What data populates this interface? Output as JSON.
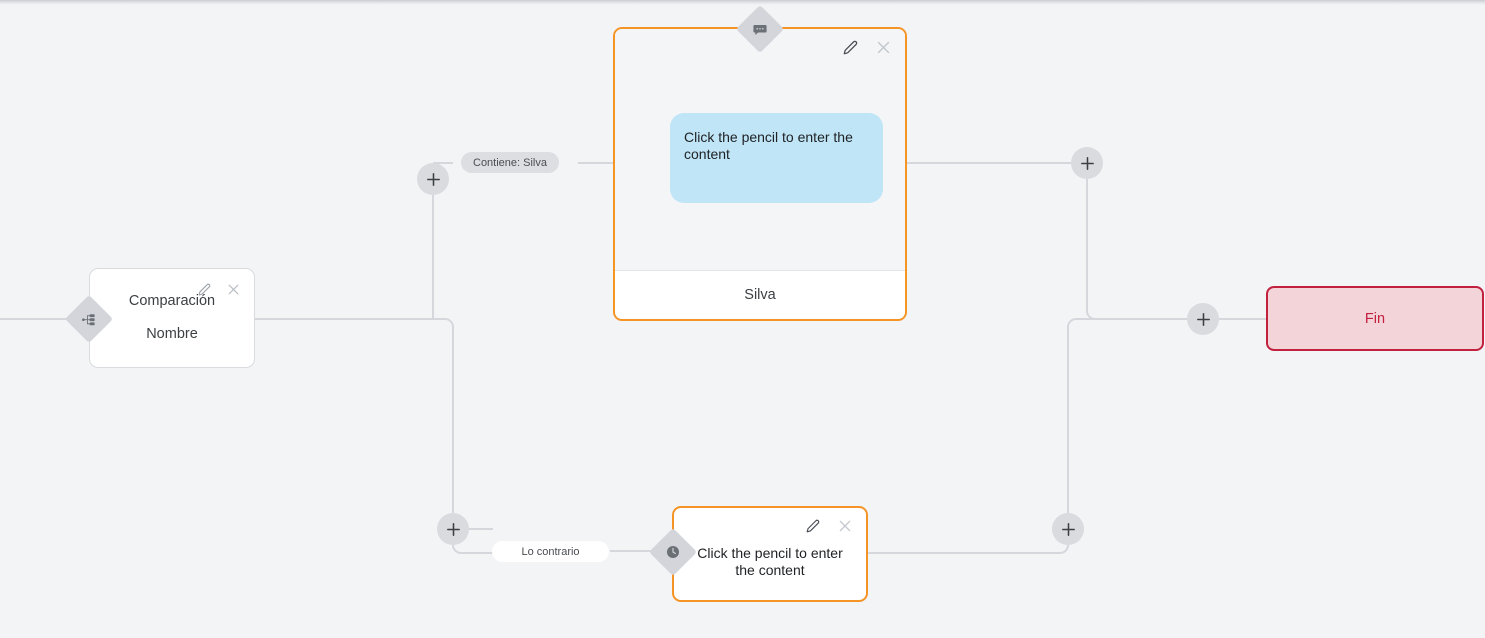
{
  "canvas": {
    "background": "#f3f4f6",
    "accent_orange": "#f59425",
    "accent_red": "#c2203f",
    "bubble_blue": "#bfe5f6",
    "edge_gray": "#d5d7dc"
  },
  "nodes": {
    "comparison": {
      "title": "Comparación",
      "subtitle": "Nombre",
      "edit_icon": "pencil-icon",
      "close_icon": "close-icon",
      "badge_icon": "branch-icon"
    },
    "message": {
      "bubble_text": "Click the pencil to enter the content",
      "footer_label": "Silva",
      "edit_icon": "pencil-icon",
      "close_icon": "close-icon",
      "badge_icon": "chat-bubble-icon"
    },
    "wait": {
      "text": "Click the pencil to enter the content",
      "edit_icon": "pencil-icon",
      "close_icon": "close-icon",
      "badge_icon": "clock-icon"
    },
    "end": {
      "label": "Fin"
    }
  },
  "edge_labels": {
    "contains": "Contiene: Silva",
    "otherwise": "Lo contrario"
  },
  "add_buttons": [
    {
      "id": "add-branch-true",
      "icon": "plus-icon"
    },
    {
      "id": "add-after-message",
      "icon": "plus-icon"
    },
    {
      "id": "add-branch-false",
      "icon": "plus-icon"
    },
    {
      "id": "add-before-end",
      "icon": "plus-icon"
    },
    {
      "id": "add-after-wait",
      "icon": "plus-icon"
    }
  ]
}
